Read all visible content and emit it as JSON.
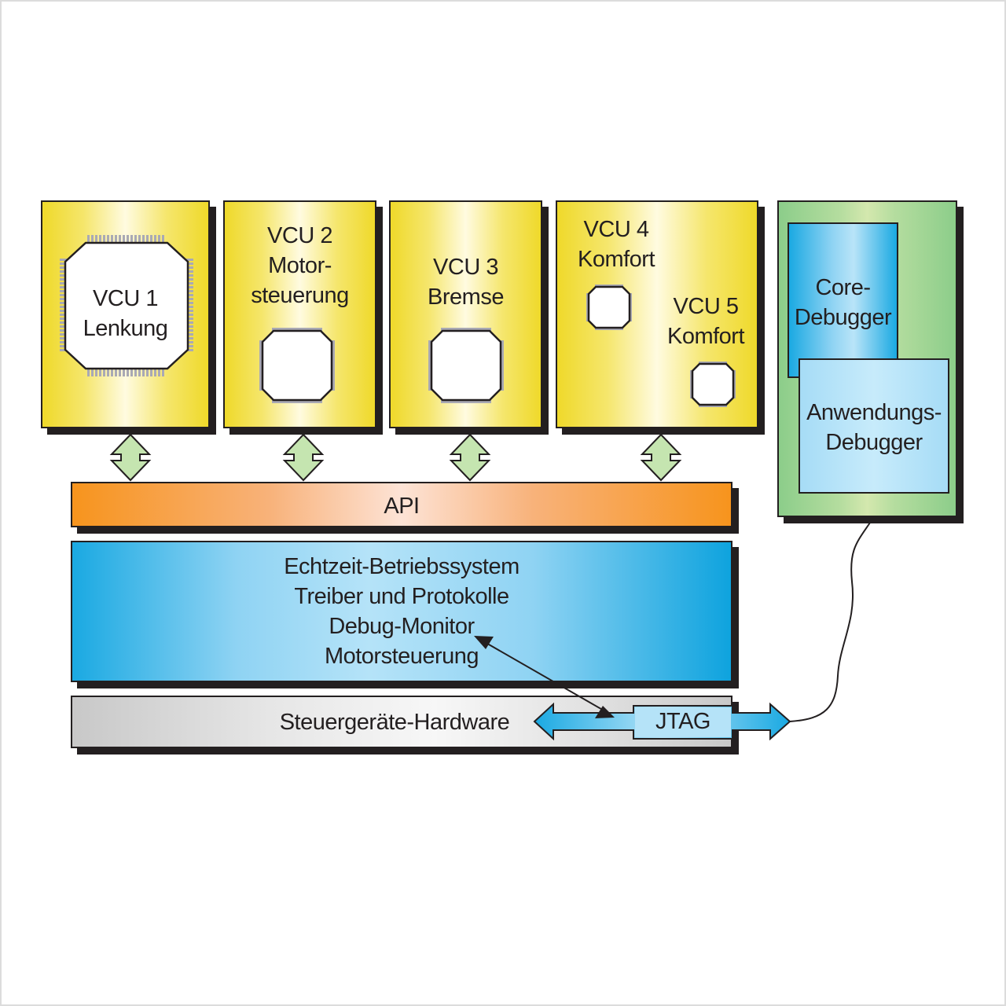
{
  "diagram": {
    "vcus": [
      {
        "id": "vcu1",
        "lines": [
          "VCU 1",
          "Lenkung"
        ]
      },
      {
        "id": "vcu2",
        "lines": [
          "VCU 2",
          "Motor-",
          "steuerung"
        ]
      },
      {
        "id": "vcu3",
        "lines": [
          "VCU 3",
          "Bremse"
        ]
      },
      {
        "id": "vcu4",
        "lines": [
          "VCU 4",
          "Komfort"
        ]
      },
      {
        "id": "vcu5",
        "lines": [
          "VCU 5",
          "Komfort"
        ]
      }
    ],
    "api_label": "API",
    "os_layer": {
      "lines": [
        "Echtzeit-Betriebssystem",
        "Treiber und Protokolle",
        "Debug-Monitor",
        "Motorsteuerung"
      ]
    },
    "hardware_label": "Steuergeräte-Hardware",
    "jtag_label": "JTAG",
    "debugger": {
      "core_lines": [
        "Core-",
        "Debugger"
      ],
      "app_lines": [
        "Anwendungs-",
        "Debugger"
      ]
    },
    "colors": {
      "vcu_yellow": "#efd92a",
      "api_orange": "#f7941d",
      "os_blue": "#1aa9e2",
      "hardware_gray": "#c8c8c8",
      "debugger_green": "#8ccd8a",
      "arrow_green": "#c5e5b0",
      "outline": "#231f20"
    }
  }
}
